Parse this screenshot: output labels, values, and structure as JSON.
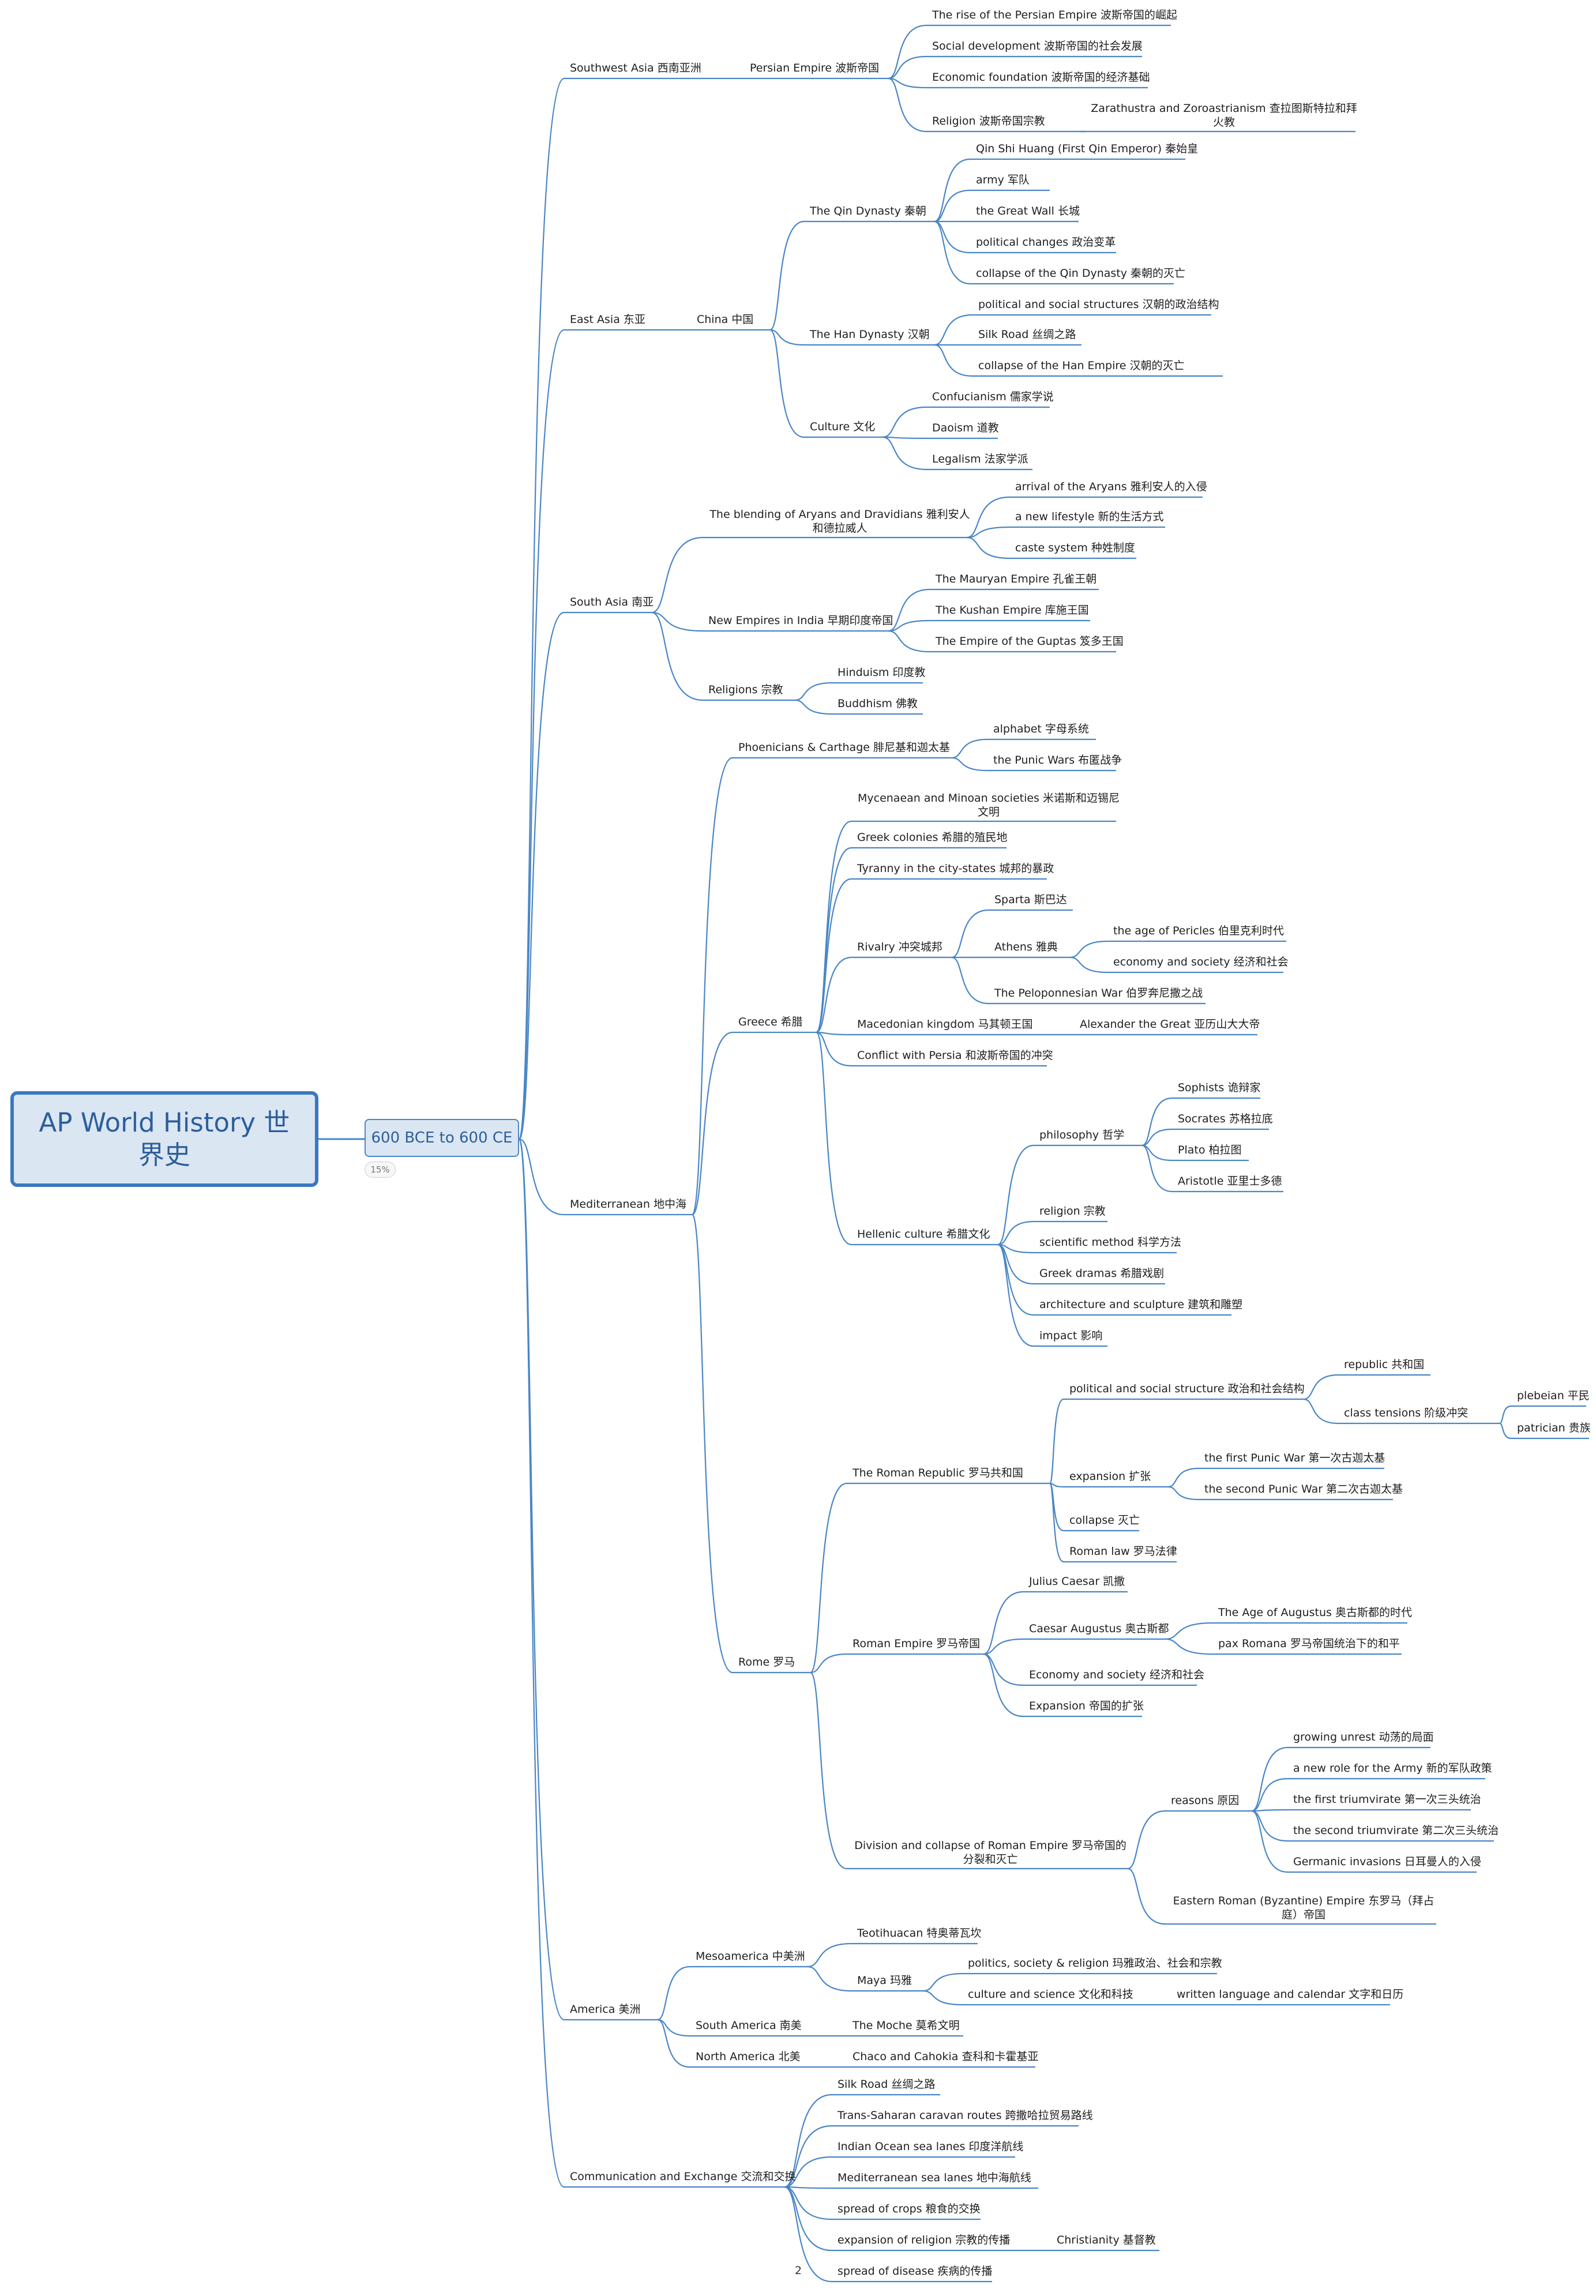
{
  "root": {
    "title": "AP World History 世界史"
  },
  "main": {
    "label": "600 BCE to 600 CE",
    "badge": "15%"
  },
  "page_number": "2",
  "colors": {
    "line": "#4a86c6",
    "root_fill": "#dbe6f3",
    "root_border": "#3a78c0",
    "text_accent": "#2c5f9a"
  },
  "topics": {
    "sw": {
      "label": "Southwest Asia 西南亚洲",
      "persian": "Persian Empire 波斯帝国",
      "rise": "The rise of the Persian Empire 波斯帝国的崛起",
      "social": "Social development 波斯帝国的社会发展",
      "econ": "Economic foundation 波斯帝国的经济基础",
      "religion": "Religion 波斯帝国宗教",
      "zara": "Zarathustra and Zoroastrianism 查拉图斯特拉和拜火教"
    },
    "ea": {
      "label": "East Asia 东亚",
      "china": "China 中国",
      "qin": "The Qin Dynasty 秦朝",
      "qinshi": "Qin Shi Huang (First Qin Emperor) 秦始皇",
      "army": "army 军队",
      "wall": "the Great Wall 长城",
      "polch": "political changes 政治变革",
      "qincol": "collapse of the Qin Dynasty 秦朝的灭亡",
      "han": "The Han Dynasty 汉朝",
      "hanpol": "political and social structures 汉朝的政治结构",
      "silk": "Silk Road 丝绸之路",
      "hancol": "collapse of the Han Empire 汉朝的灭亡",
      "culture": "Culture 文化",
      "conf": "Confucianism 儒家学说",
      "dao": "Daoism 道教",
      "legal": "Legalism 法家学派"
    },
    "sa": {
      "label": "South Asia 南亚",
      "blend": "The blending of Aryans and Dravidians 雅利安人和德拉威人",
      "aryans": "arrival of the Aryans 雅利安人的入侵",
      "lifestyle": "a new lifestyle 新的生活方式",
      "caste": "caste system 种姓制度",
      "newemp": "New Empires in India 早期印度帝国",
      "maurya": "The Mauryan Empire 孔雀王朝",
      "kushan": "The Kushan Empire 库施王国",
      "gupta": "The Empire of the Guptas 笈多王国",
      "rel": "Religions 宗教",
      "hindu": "Hinduism 印度教",
      "buddh": "Buddhism 佛教"
    },
    "med": {
      "label": "Mediterranean 地中海",
      "phoen": "Phoenicians & Carthage 腓尼基和迦太基",
      "alpha": "alphabet 字母系统",
      "punic": "the Punic Wars 布匿战争",
      "greece": "Greece 希腊",
      "myc": "Mycenaean and Minoan societies 米诺斯和迈锡尼文明",
      "gcol": "Greek colonies 希腊的殖民地",
      "tyr": "Tyranny in the city-states 城邦的暴政",
      "riv": "Rivalry 冲突城邦",
      "sparta": "Sparta 斯巴达",
      "athens": "Athens 雅典",
      "pericles": "the age of Pericles 伯里克利时代",
      "econsoc": "economy and society 经济和社会",
      "pelo": "The Peloponnesian War 伯罗奔尼撒之战",
      "maced": "Macedonian kingdom 马其顿王国",
      "alex": "Alexander the Great 亚历山大大帝",
      "confl": "Conflict with Persia 和波斯帝国的冲突",
      "hell": "Hellenic culture 希腊文化",
      "philo": "philosophy 哲学",
      "soph": "Sophists 诡辩家",
      "socr": "Socrates 苏格拉底",
      "plato": "Plato 柏拉图",
      "arist": "Aristotle 亚里士多德",
      "relig": "religion 宗教",
      "sci": "scientific method 科学方法",
      "drama": "Greek dramas 希腊戏剧",
      "arch": "architecture and sculpture 建筑和雕塑",
      "impact": "impact 影响",
      "rome": "Rome 罗马",
      "rrep": "The Roman Republic 罗马共和国",
      "pss": "political and social structure 政治和社会结构",
      "repub": "republic 共和国",
      "classt": "class tensions 阶级冲突",
      "pleb": "plebeian 平民",
      "patr": "patrician 贵族",
      "exp": "expansion 扩张",
      "punic1": "the first Punic War 第一次古迦太基",
      "punic2": "the second Punic War 第二次古迦太基",
      "rcol": "collapse 灭亡",
      "rlaw": "Roman law 罗马法律",
      "remp": "Roman Empire 罗马帝国",
      "jc": "Julius Caesar 凯撒",
      "ca": "Caesar Augustus 奥古斯都",
      "aug": "The Age of Augustus 奥古斯都的时代",
      "pax": "pax Romana 罗马帝国统治下的和平",
      "ecsoc": "Economy and society 经济和社会",
      "expn": "Expansion 帝国的扩张",
      "div": "Division and collapse of Roman Empire 罗马帝国的分裂和灭亡",
      "reasons": "reasons 原因",
      "unrest": "growing unrest 动荡的局面",
      "army": "a new role for the Army 新的军队政策",
      "tri1": "the first triumvirate 第一次三头统治",
      "tri2": "the second triumvirate 第二次三头统治",
      "germ": "Germanic invasions 日耳曼人的入侵",
      "byz": "Eastern Roman (Byzantine) Empire 东罗马（拜占庭）帝国"
    },
    "am": {
      "label": "America 美洲",
      "meso": "Mesoamerica 中美洲",
      "teo": "Teotihuacan 特奥蒂瓦坎",
      "maya": "Maya 玛雅",
      "mpol": "politics, society & religion 玛雅政治、社会和宗教",
      "mcul": "culture and science 文化和科技",
      "mwr": "written language and calendar 文字和日历",
      "sam": "South America 南美",
      "moche": "The Moche 莫希文明",
      "nam": "North America 北美",
      "chaco": "Chaco and Cahokia 查科和卡霍基亚"
    },
    "ce": {
      "label": "Communication and Exchange 交流和交换",
      "silk": "Silk Road 丝绸之路",
      "trans": "Trans-Saharan caravan routes 跨撒哈拉贸易路线",
      "indian": "Indian Ocean sea lanes 印度洋航线",
      "medsea": "Mediterranean sea lanes 地中海航线",
      "crops": "spread of crops 粮食的交换",
      "relspr": "expansion of religion 宗教的传播",
      "christ": "Christianity 基督教",
      "disease": "spread of disease 疾病的传播"
    }
  }
}
